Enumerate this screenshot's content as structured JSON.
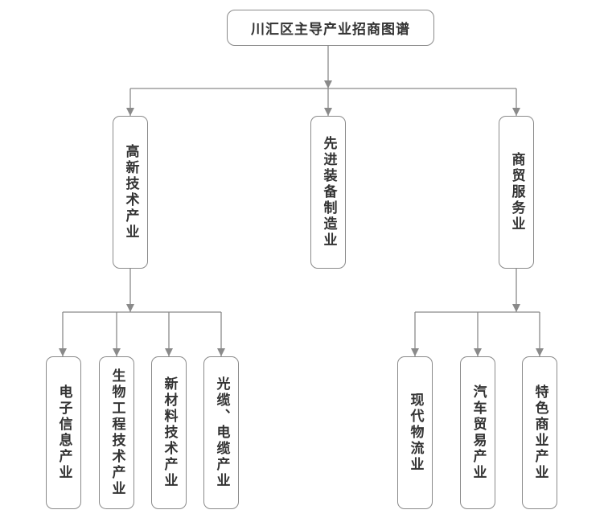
{
  "root": {
    "label": "川汇区主导产业招商图谱"
  },
  "categories": [
    {
      "label": "高新技术产业",
      "children": [
        "电子信息产业",
        "生物工程技术产业",
        "新材料技术产业",
        "光缆、电缆产业"
      ]
    },
    {
      "label": "先进装备制造业",
      "children": []
    },
    {
      "label": "商贸服务业",
      "children": [
        "现代物流业",
        "汽车贸易产业",
        "特色商业产业"
      ]
    }
  ],
  "style": {
    "line_color": "#8a8a8a",
    "text_color": "#333333",
    "border_color": "#8a8a8a"
  }
}
